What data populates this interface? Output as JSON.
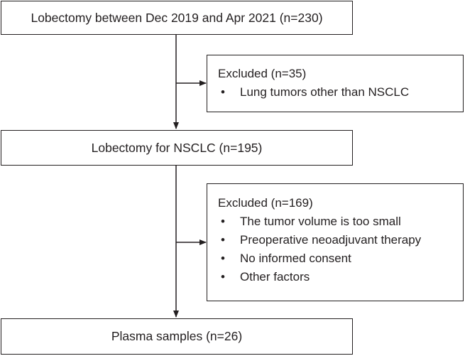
{
  "steps": [
    {
      "label": "Lobectomy between Dec 2019 and Apr 2021 (n=230)"
    },
    {
      "label": "Lobectomy for NSCLC (n=195)"
    },
    {
      "label": "Plasma samples (n=26)"
    }
  ],
  "exclusions": [
    {
      "title": "Excluded (n=35)",
      "items": [
        "Lung tumors other than NSCLC"
      ]
    },
    {
      "title": "Excluded (n=169)",
      "items": [
        "The tumor volume is too small",
        "Preoperative neoadjuvant therapy",
        "No informed consent",
        "Other factors"
      ]
    }
  ],
  "colors": {
    "line": "#231f20",
    "text": "#231f20"
  }
}
